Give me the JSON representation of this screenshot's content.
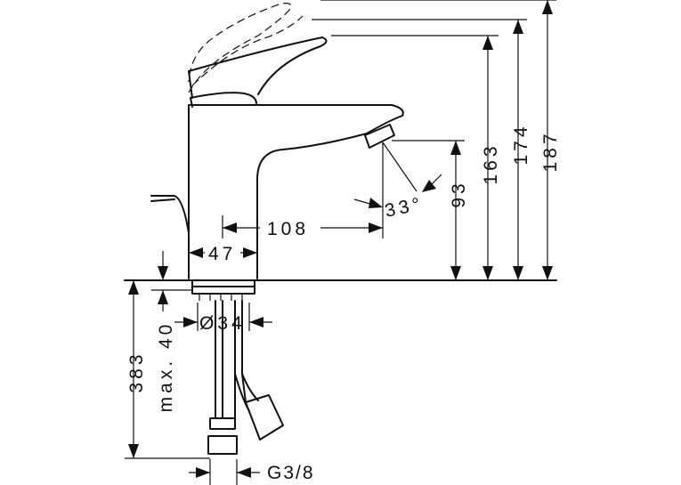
{
  "dimensions": {
    "h163": "163",
    "h174": "174",
    "h187": "187",
    "h93": "93",
    "reach108": "108",
    "angle33": "33°",
    "base47": "47",
    "dia34": "Ø34",
    "depth383": "383",
    "max40": "max. 40",
    "thread": "G3/8"
  },
  "colors": {
    "line": "#111111",
    "background": "#ffffff"
  }
}
